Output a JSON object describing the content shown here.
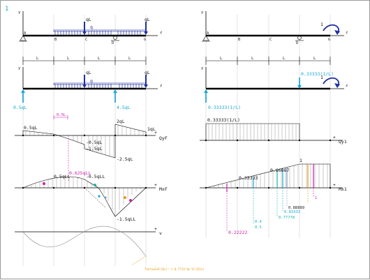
{
  "panel": {
    "number": "1"
  },
  "left": {
    "nodes": [
      "A",
      "B",
      "C",
      "D",
      "G"
    ],
    "span_labels": [
      "L",
      "L",
      "L",
      "L"
    ],
    "axis_y": "y",
    "axis_z": "z",
    "loads": {
      "q_top": "q",
      "qL_c": "qL",
      "qL_g": "qL",
      "q_mid": "q",
      "qL_c2": "qL",
      "qL_g2": "qL"
    },
    "reactions": {
      "a": "0.5qL",
      "d": "4.5qL"
    },
    "shear": {
      "label_05qL": "0.5qL",
      "label_0qL": "0.5L",
      "label_m05qL": "-0.5qL",
      "label_m15qL": "-1.5qL",
      "label_2qL": "2qL",
      "label_1qL": "1qL",
      "label_m25qL": "-2.5qL",
      "axis_name": "QyF",
      "axis_sign": "+"
    },
    "moment": {
      "label_05qLL": "0.5qLL",
      "label_0625qLL": "0.625qLL",
      "label_m05qLL": "-0.5qLL",
      "label_m15qLL": "-1.5qLL",
      "axis_name": "MxF",
      "axis_sign": "+"
    },
    "deflection": {
      "axis_name": "v",
      "axis_sign": "+",
      "note": "Theta=EnF(Bc)^-(-0.7711*qL^4/(EIx)"
    }
  },
  "right": {
    "nodes": [
      "A",
      "B",
      "C",
      "D",
      "G"
    ],
    "span_labels": [
      "L",
      "L",
      "L",
      "L"
    ],
    "axis_y": "y",
    "axis_z": "z",
    "moment_load": "1",
    "moment_load2": "1",
    "reactions": {
      "a": "0.33333(1/L)",
      "d": "0.33333(1/L)"
    },
    "shear": {
      "label": "0.33333(1/L)",
      "axis_name": "Qy1",
      "axis_sign": "+"
    },
    "moment": {
      "label_033": "0.33333",
      "label_066": "0.66667",
      "label_1": "1",
      "axis_name": "Mx1",
      "axis_sign": "+",
      "infl": [
        "0.22222",
        "0.4",
        "0.5",
        "0.77778",
        "0.83333",
        "0.88889",
        "1"
      ]
    }
  },
  "colors": {
    "load": "#1e2f9e",
    "reaction": "#22a6dd",
    "magenta": "#d01ca7",
    "orange": "#e09a10",
    "teal": "#1bb3a5",
    "cyan": "#16a9d6"
  }
}
